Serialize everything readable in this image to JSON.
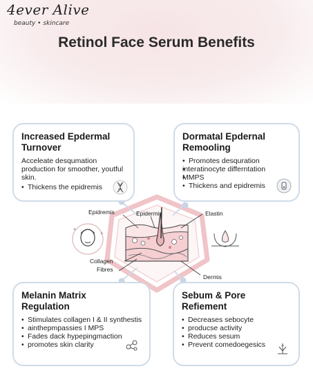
{
  "brand": {
    "name": "4ever Alive",
    "tagline": "beauty • skincare"
  },
  "title": "Retinol Face Serum Benefits",
  "cards": {
    "top_left": {
      "title_line1": "Increased Epdermal",
      "title_line2": "Turnover",
      "desc_line1": "Acceleate desqumation",
      "desc_line2": "production for smoother, youtful",
      "desc_line3": "skin.",
      "bullets": [
        "Thickens the epidremis"
      ],
      "icon": "dna-icon"
    },
    "top_right": {
      "title_line1": "Dormatal Epdernal",
      "title_line2": "Remooling",
      "bullets": [
        "Promotes desquration",
        "interatinocyte differntation",
        "MMPS",
        "Thickens and epidremis"
      ],
      "icon": "vial-icon"
    },
    "bottom_left": {
      "title_line1": "Melanin Matrix",
      "title_line2": "Regulation",
      "bullets": [
        "Stimulates collagen I & II synthestis",
        "ainthepmpassies I MPS",
        "Fades dack hypepingmaction",
        "promotes skin clarity"
      ],
      "icon": "molecule-icon"
    },
    "bottom_right": {
      "title_line1": "Sebum & Pore",
      "title_line2": "Refiement",
      "bullets": [
        "Decreases sebocyte",
        "producse activity",
        "Reduces sesum",
        "Prevent comedoegesics"
      ],
      "icon": "pore-icon"
    }
  },
  "diagram_labels": {
    "epidermis_left": "Epidremis",
    "epidermis_center": "Epidermis",
    "elastin": "Elastin",
    "collagen_line1": "Collagen",
    "collagen_line2": "Fibres",
    "dermis": "Dermis"
  },
  "colors": {
    "accent_pink": "#e8a9ae",
    "card_border": "#cfdbe8",
    "skin_pink": "#f3c9cc"
  }
}
